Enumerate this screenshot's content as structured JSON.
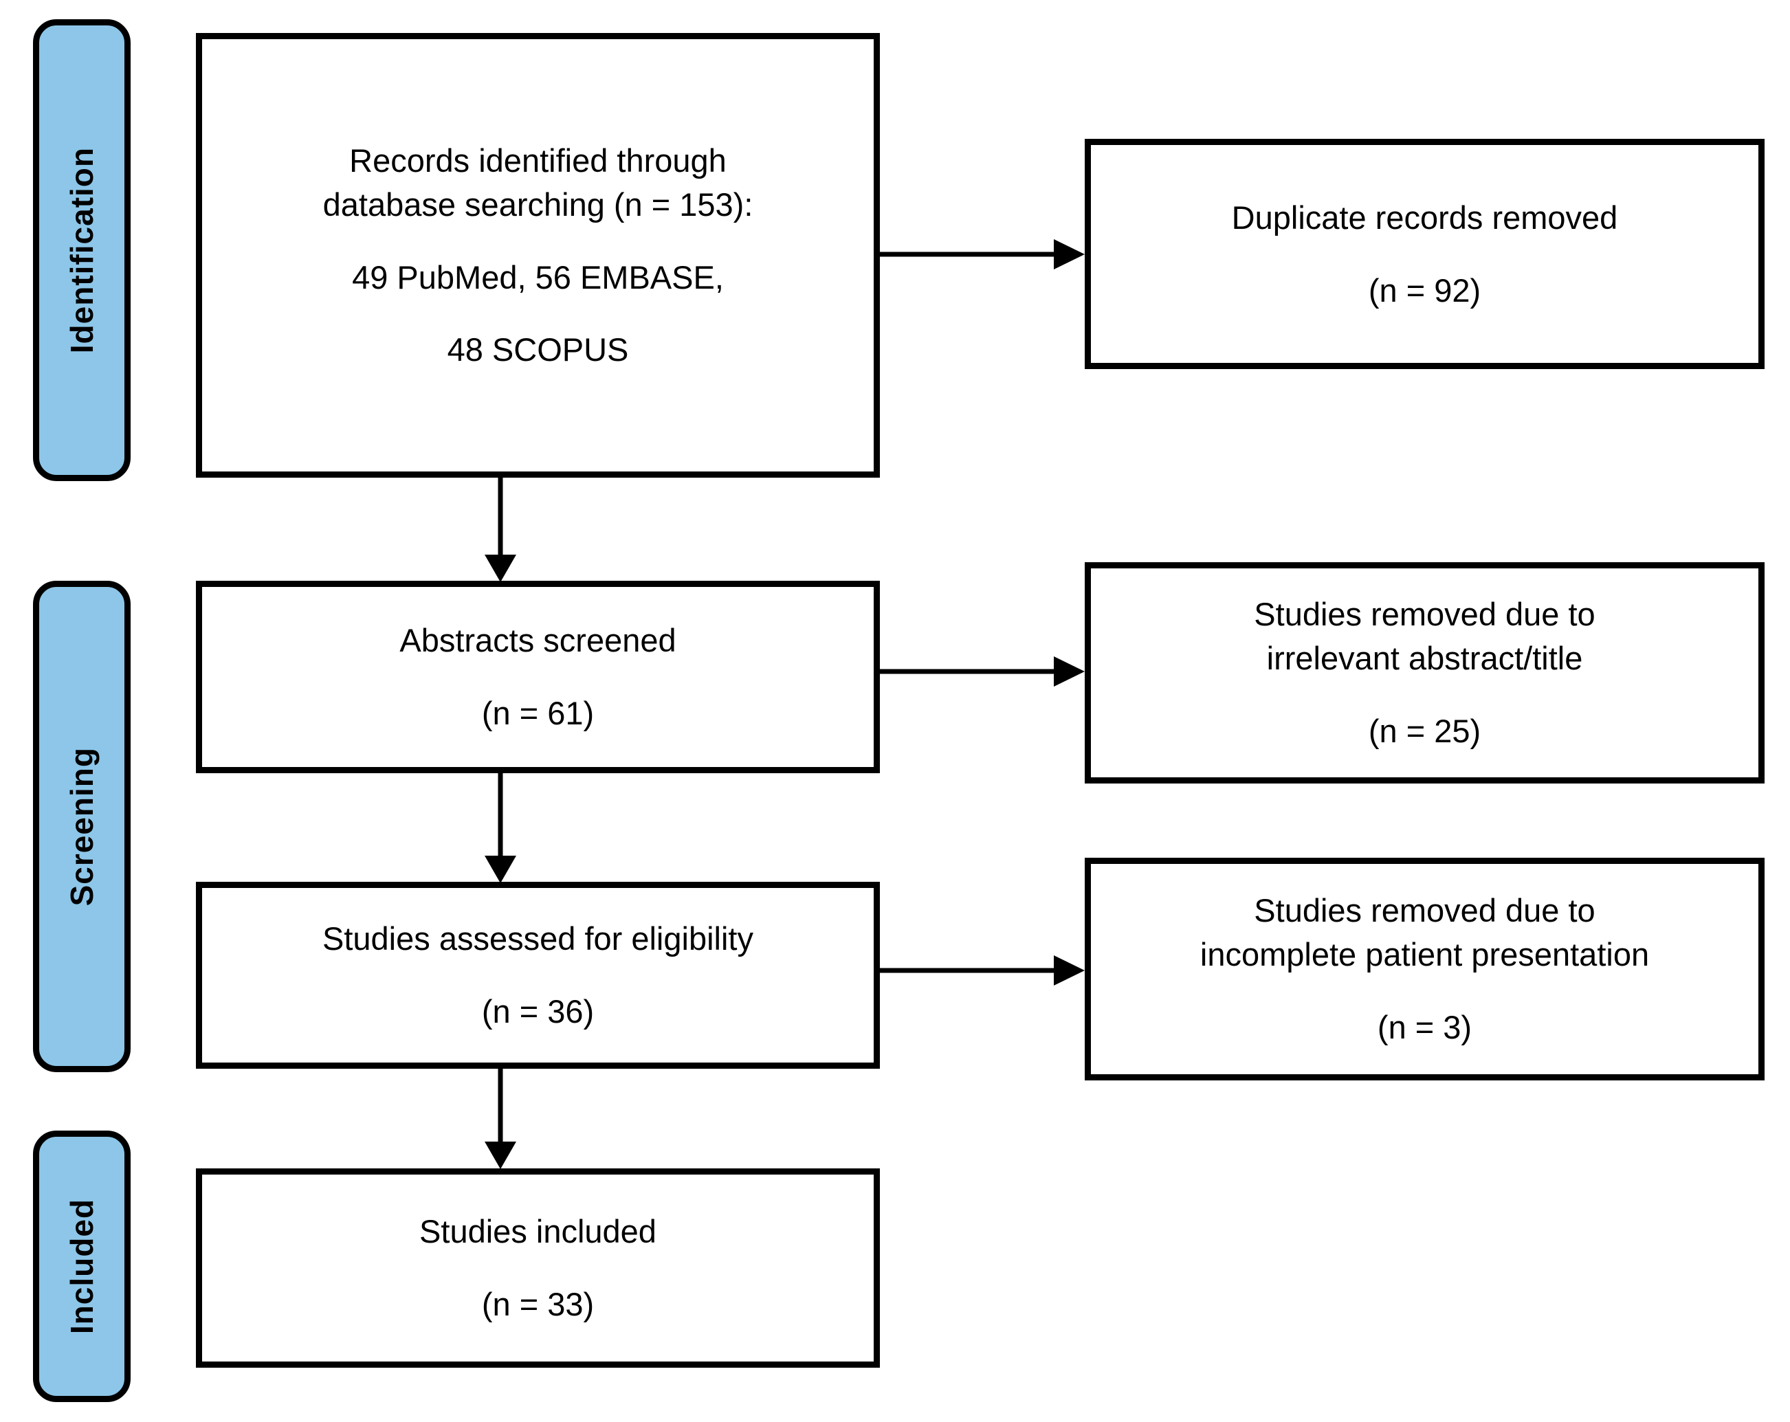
{
  "diagram": {
    "type": "prisma-flow-diagram",
    "stages": [
      {
        "id": "identification",
        "label": "Identification"
      },
      {
        "id": "screening",
        "label": "Screening"
      },
      {
        "id": "included",
        "label": "Included"
      }
    ],
    "colors": {
      "stage_pill_fill": "#8DC6E8",
      "box_fill": "#FFFFFF",
      "stroke": "#000000",
      "text": "#000000"
    },
    "main_boxes": [
      {
        "id": "records-identified",
        "lines": [
          "Records identified through",
          "database searching (n = 153):",
          "49 PubMed, 56 EMBASE,",
          "48 SCOPUS"
        ],
        "count": 153
      },
      {
        "id": "abstracts-screened",
        "lines": [
          "Abstracts screened",
          "(n = 61)"
        ],
        "count": 61
      },
      {
        "id": "studies-assessed",
        "lines": [
          "Studies assessed for eligibility",
          "(n = 36)"
        ],
        "count": 36
      },
      {
        "id": "studies-included",
        "lines": [
          "Studies included",
          "(n = 33)"
        ],
        "count": 33
      }
    ],
    "exclusion_boxes": [
      {
        "id": "duplicates-removed",
        "lines": [
          "Duplicate records removed",
          "(n = 92)"
        ],
        "count": 92
      },
      {
        "id": "removed-irrelevant",
        "lines": [
          "Studies removed due to",
          "irrelevant abstract/title",
          "(n = 25)"
        ],
        "count": 25
      },
      {
        "id": "removed-incomplete",
        "lines": [
          "Studies removed due to",
          "incomplete patient presentation",
          "(n = 3)"
        ],
        "count": 3
      }
    ],
    "connectors": [
      {
        "id": "records-to-duplicates",
        "direction": "right"
      },
      {
        "id": "records-to-abstracts",
        "direction": "down"
      },
      {
        "id": "abstracts-to-irrelevant",
        "direction": "right"
      },
      {
        "id": "abstracts-to-assessed",
        "direction": "down"
      },
      {
        "id": "assessed-to-incomplete",
        "direction": "right"
      },
      {
        "id": "assessed-to-included",
        "direction": "down"
      }
    ]
  }
}
